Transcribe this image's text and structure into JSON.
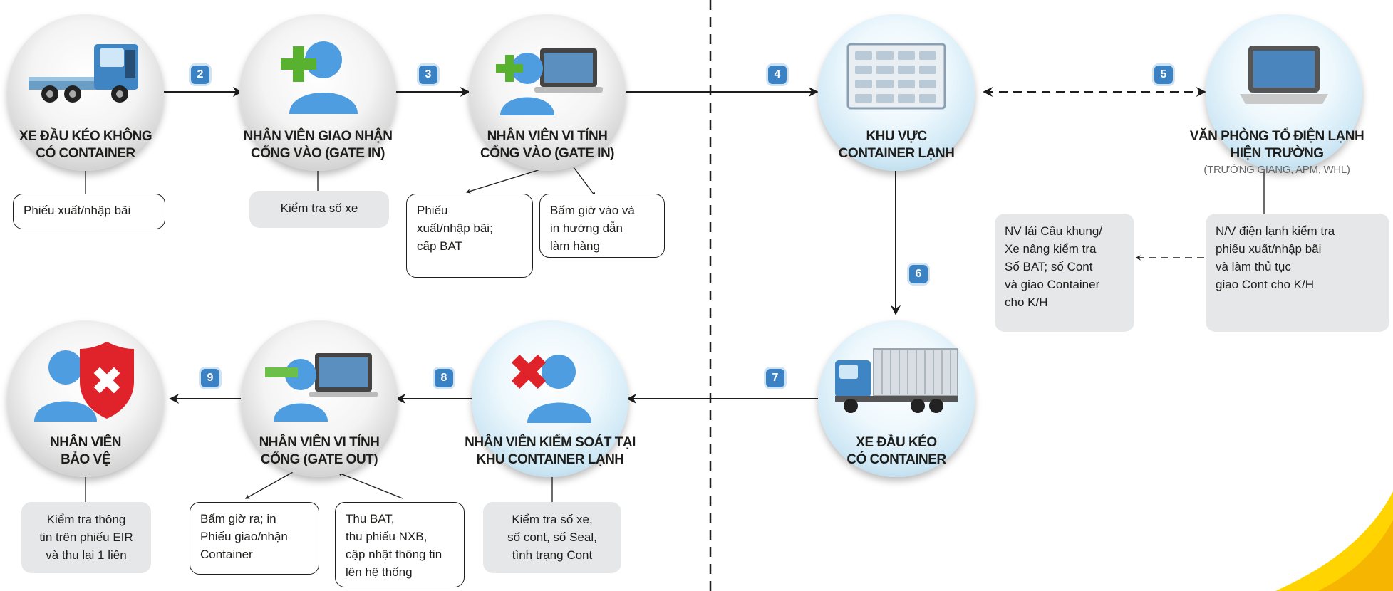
{
  "steps": {
    "s2": "2",
    "s3": "3",
    "s4": "4",
    "s5": "5",
    "s6": "6",
    "s7": "7",
    "s8": "8",
    "s9": "9"
  },
  "nodes": {
    "truck_empty": {
      "line1": "XE ĐẦU KÉO KHÔNG",
      "line2": "CÓ CONTAINER"
    },
    "gate_in_receiver": {
      "line1": "NHÂN VIÊN GIAO NHẬN",
      "line2": "CỔNG VÀO (GATE IN)"
    },
    "gate_in_computer": {
      "line1": "NHÂN VIÊN VI TÍNH",
      "line2": "CỔNG VÀO (GATE IN)"
    },
    "reefer_area": {
      "line1": "KHU VỰC",
      "line2": "CONTAINER LẠNH"
    },
    "reefer_office": {
      "line1": "VĂN PHÒNG TỔ ĐIỆN LẠNH",
      "line2": "HIỆN TRƯỜNG",
      "sub": "(TRƯỜNG GIANG, APM, WHL)"
    },
    "truck_loaded": {
      "line1": "XE ĐẦU KÉO",
      "line2": "CÓ CONTAINER"
    },
    "reefer_control": {
      "line1": "NHÂN VIÊN KIỂM SOÁT TẠI",
      "line2": "KHU CONTAINER LẠNH"
    },
    "gate_out_computer": {
      "line1": "NHÂN VIÊN VI TÍNH",
      "line2": "CỔNG (GATE OUT)"
    },
    "security": {
      "line1": "NHÂN VIÊN",
      "line2": "BẢO VỆ"
    }
  },
  "boxes": {
    "b1": {
      "lines": [
        "Phiếu xuất/nhập bãi"
      ]
    },
    "b2": {
      "lines": [
        "Kiểm tra số xe"
      ]
    },
    "b3a": {
      "lines": [
        "Phiếu",
        "xuất/nhập bãi;",
        "cấp BAT"
      ]
    },
    "b3b": {
      "lines": [
        "Bấm giờ vào và",
        "in hướng dẫn",
        "làm hàng"
      ]
    },
    "b5a": {
      "lines": [
        "NV lái Cầu khung/",
        "Xe nâng kiểm tra",
        "Số BAT; số Cont",
        "và giao Container",
        "cho K/H"
      ]
    },
    "b5b": {
      "lines": [
        "N/V điện lạnh kiểm tra",
        "phiếu xuất/nhập bãi",
        "và làm thủ tục",
        "giao Cont cho K/H"
      ]
    },
    "b7": {
      "lines": [
        "Kiểm tra số xe,",
        "số cont, số Seal,",
        "tình trạng Cont"
      ]
    },
    "b8a": {
      "lines": [
        "Bấm giờ ra; in",
        "Phiếu giao/nhận",
        "Container"
      ]
    },
    "b8b": {
      "lines": [
        "Thu BAT,",
        "thu phiếu NXB,",
        "cập nhật thông tin",
        "lên hệ thống"
      ]
    },
    "b9": {
      "lines": [
        "Kiểm tra thông",
        "tin trên phiếu EIR",
        "và thu lại 1 liên"
      ]
    }
  },
  "colors": {
    "badge": "#3b82c4",
    "arrow": "#1d1d1b",
    "accent_yellow": "#ffd400",
    "plus_green": "#58b12f",
    "minus_green": "#6cc04a",
    "cross_red": "#e0232a",
    "person_blue": "#4d9de0"
  },
  "icons": [
    "truck-icon",
    "person-plus-icon",
    "person-computer-icon",
    "container-rack-icon",
    "laptop-icon",
    "truck-container-icon",
    "person-cross-icon",
    "person-minus-computer-icon",
    "person-shield-icon"
  ]
}
